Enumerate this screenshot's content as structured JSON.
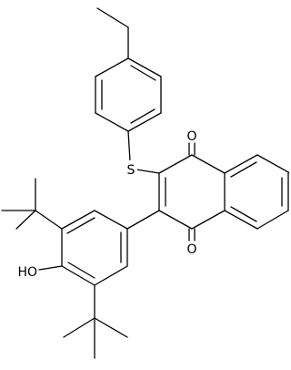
{
  "colors": {
    "background": "#ffffff",
    "bond": "#000000",
    "label": "#000000"
  },
  "atoms": {
    "sulfur": "S",
    "oxygen_top": "O",
    "oxygen_bottom": "O",
    "hydroxyl": "HO"
  }
}
